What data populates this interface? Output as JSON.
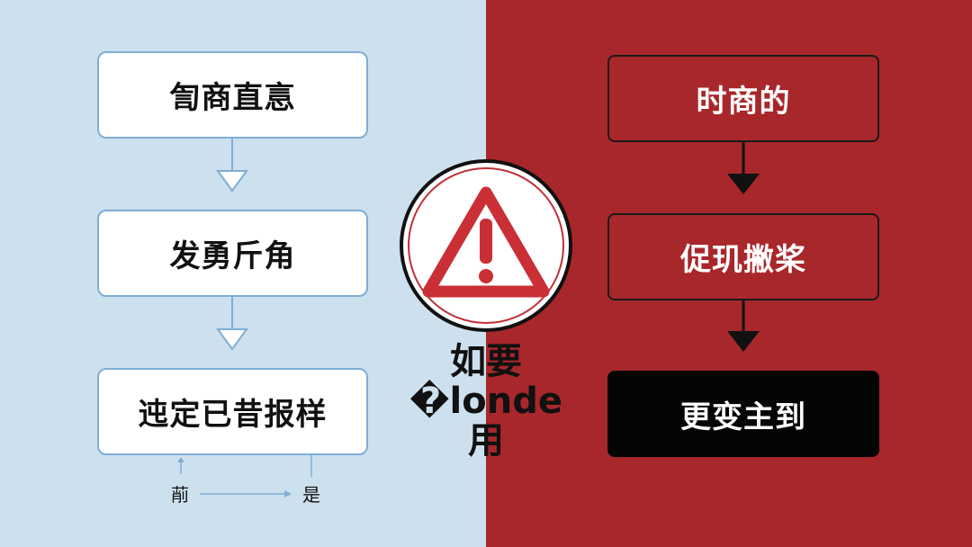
{
  "left_flow": {
    "steps": [
      "訇商直悥",
      "发勇斤角",
      "迍定已昔报样"
    ],
    "loop": {
      "no_label": "萷",
      "yes_label": "是"
    }
  },
  "warning": {
    "label": "如要�londe用",
    "icon": "warning-triangle-icon"
  },
  "right_flow": {
    "steps": [
      "时商的",
      "促玑撇桨",
      "更变主到"
    ]
  },
  "colors": {
    "left_bg": "#cde0ee",
    "right_bg": "#a8272b",
    "left_box_border": "#7eaed6",
    "final_box": "#050505"
  }
}
